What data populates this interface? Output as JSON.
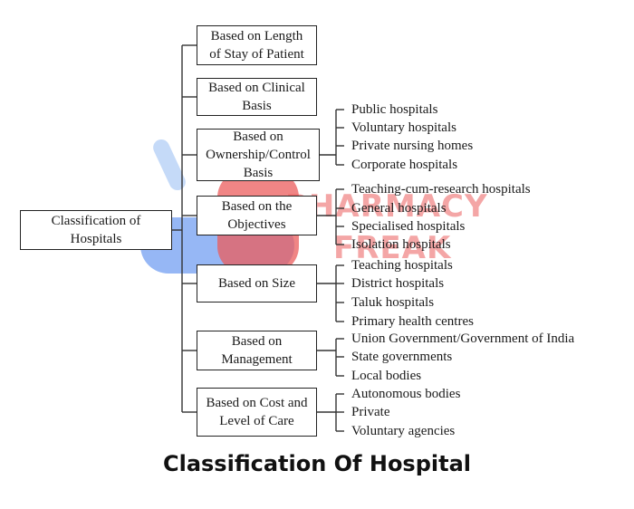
{
  "root": "Classification of\nHospitals",
  "categories": [
    {
      "label": "Based on Length\nof Stay of Patient",
      "items": []
    },
    {
      "label": "Based on Clinical\nBasis",
      "items": []
    },
    {
      "label": "Based on\nOwnership/Control\nBasis",
      "items": [
        "Public hospitals",
        "Voluntary hospitals",
        "Private nursing homes",
        "Corporate hospitals"
      ]
    },
    {
      "label": "Based on the\nObjectives",
      "items": [
        "Teaching-cum-research hospitals",
        "General hospitals",
        "Specialised hospitals",
        "Isolation hospitals"
      ]
    },
    {
      "label": "Based on Size",
      "items": [
        "Teaching hospitals",
        "District hospitals",
        "Taluk hospitals",
        "Primary health centres"
      ]
    },
    {
      "label": "Based on\nManagement",
      "items": [
        "Union Government/Government of India",
        "State governments",
        "Local bodies"
      ]
    },
    {
      "label": "Based on Cost and\nLevel of Care",
      "items": [
        "Autonomous bodies",
        "Private",
        "Voluntary agencies"
      ]
    }
  ],
  "watermark": {
    "line1": "PHARMACY",
    "line2": "FREAK"
  },
  "caption": "Classification Of Hospital",
  "colors": {
    "watermark_red": "#e84040",
    "watermark_blue": "#5b8ff0"
  }
}
